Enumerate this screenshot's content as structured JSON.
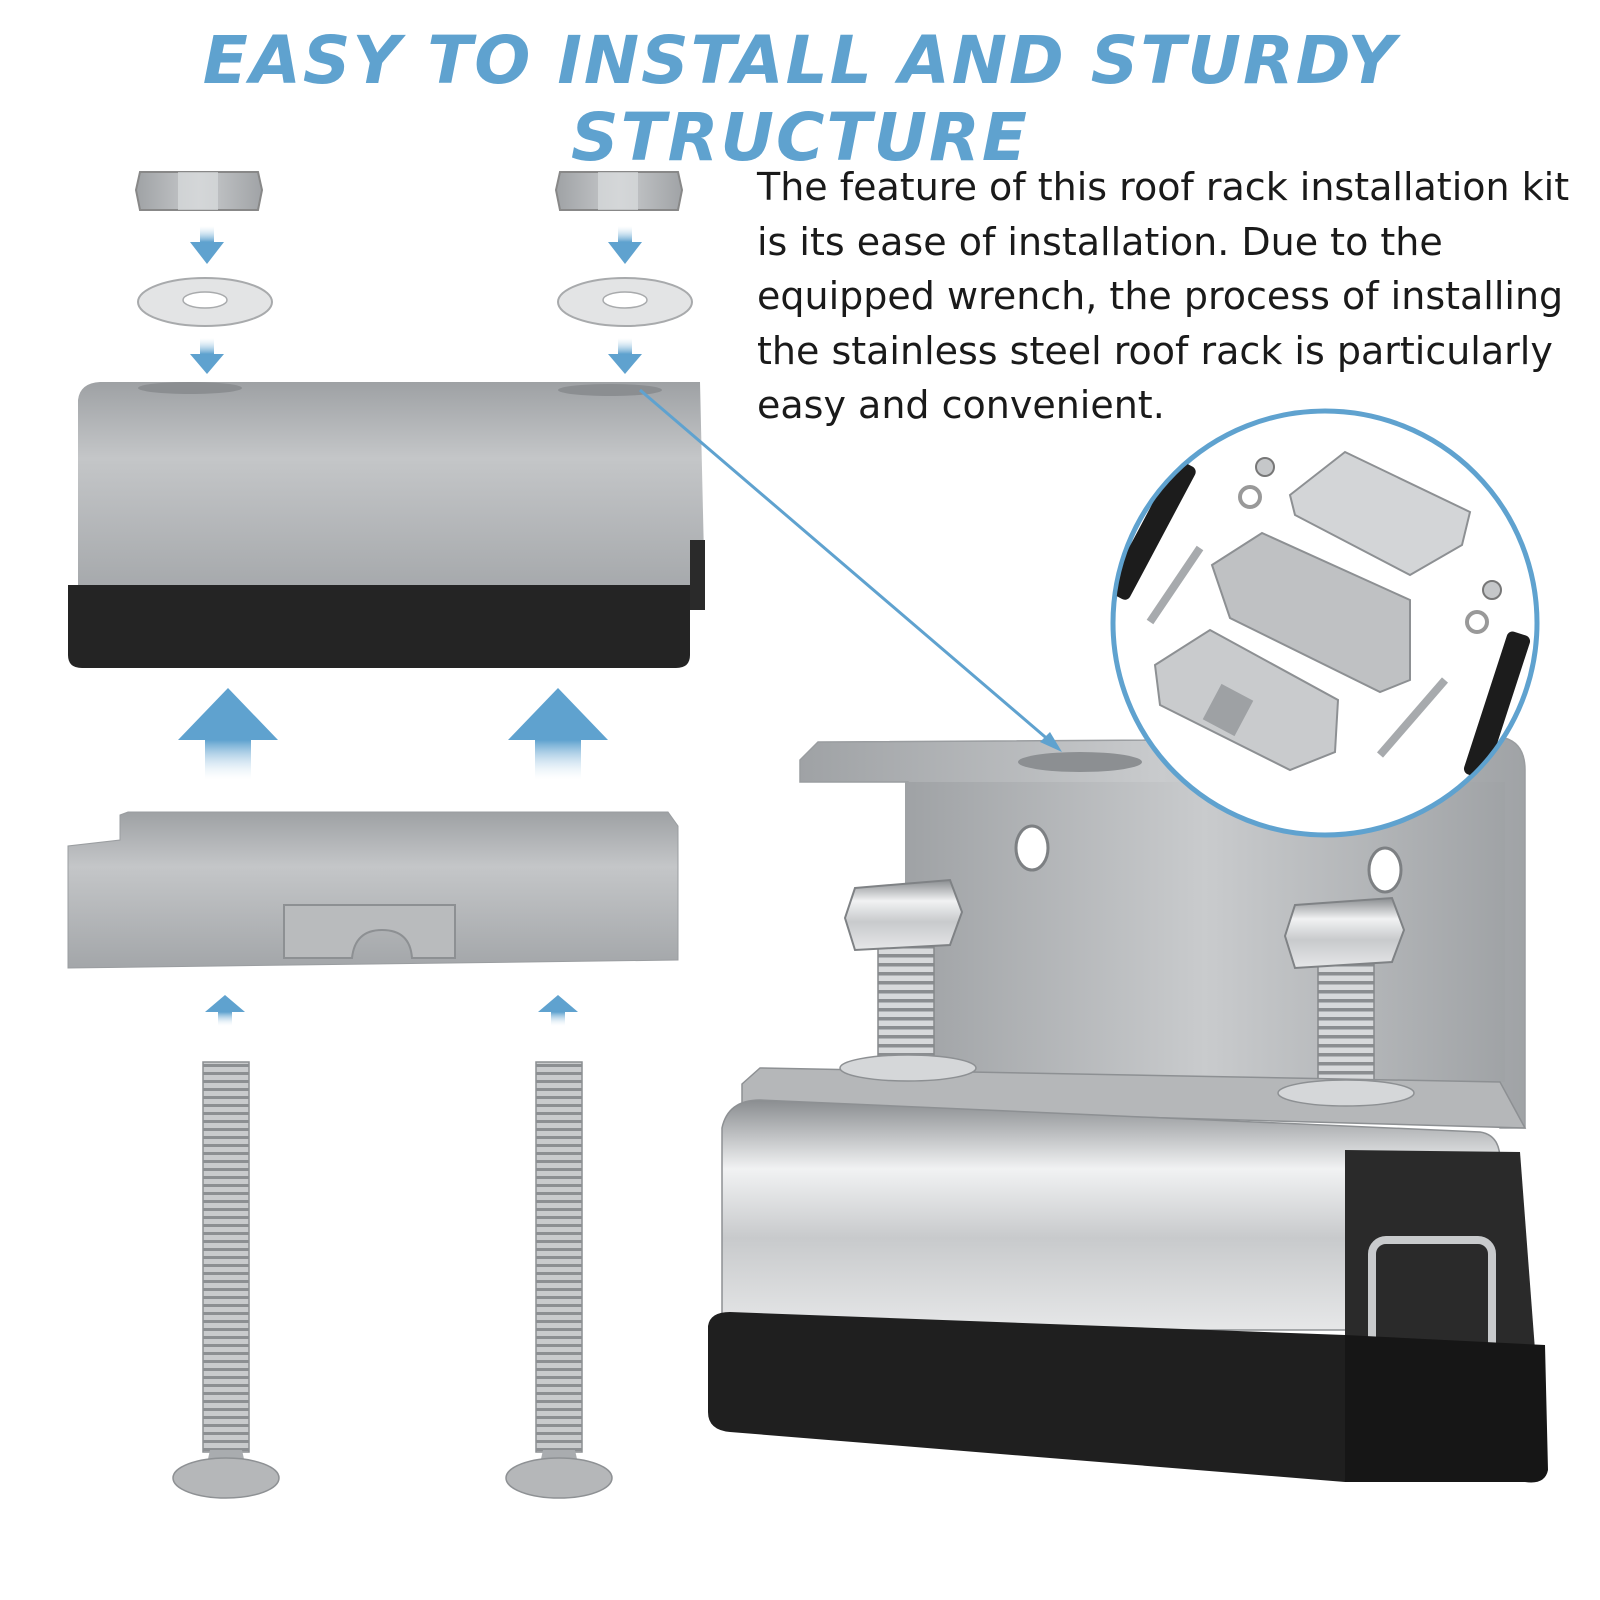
{
  "headline": "EASY TO INSTALL AND STURDY STRUCTURE",
  "description": "The feature of this roof rack installation kit is its ease of installation. Due to the equipped wrench, the process of installing the stainless steel roof rack is particularly easy and convenient.",
  "colors": {
    "accent": "#5fa2cf",
    "rubber": "#1f1f1f",
    "steel": "#b4b6b8"
  },
  "icons": [
    "hex-nut-icon",
    "washer-icon",
    "arrow-down-icon",
    "arrow-up-icon",
    "bolt-icon",
    "bracket-icon",
    "rubber-pad-icon",
    "callout-circle"
  ]
}
